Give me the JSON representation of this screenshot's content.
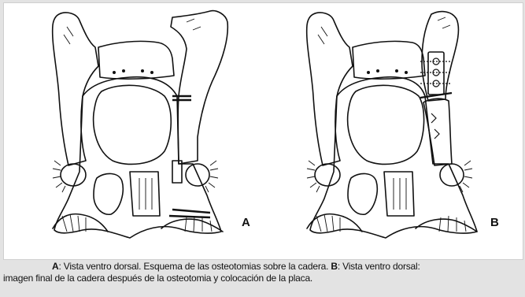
{
  "panels": [
    {
      "label": "A"
    },
    {
      "label": "B"
    }
  ],
  "caption": {
    "part_a_letter": "A",
    "part_a_text": ": Vista ventro dorsal. Esquema de las osteotomias sobre la cadera. ",
    "part_b_letter": "B",
    "part_b_text_line1": ": Vista ventro dorsal:",
    "part_b_text_line2": "imagen final de la cadera después de la osteotomia y colocación de la placa."
  },
  "colors": {
    "background": "#e3e3e3",
    "figure_background": "#ffffff",
    "ink": "#111111"
  }
}
